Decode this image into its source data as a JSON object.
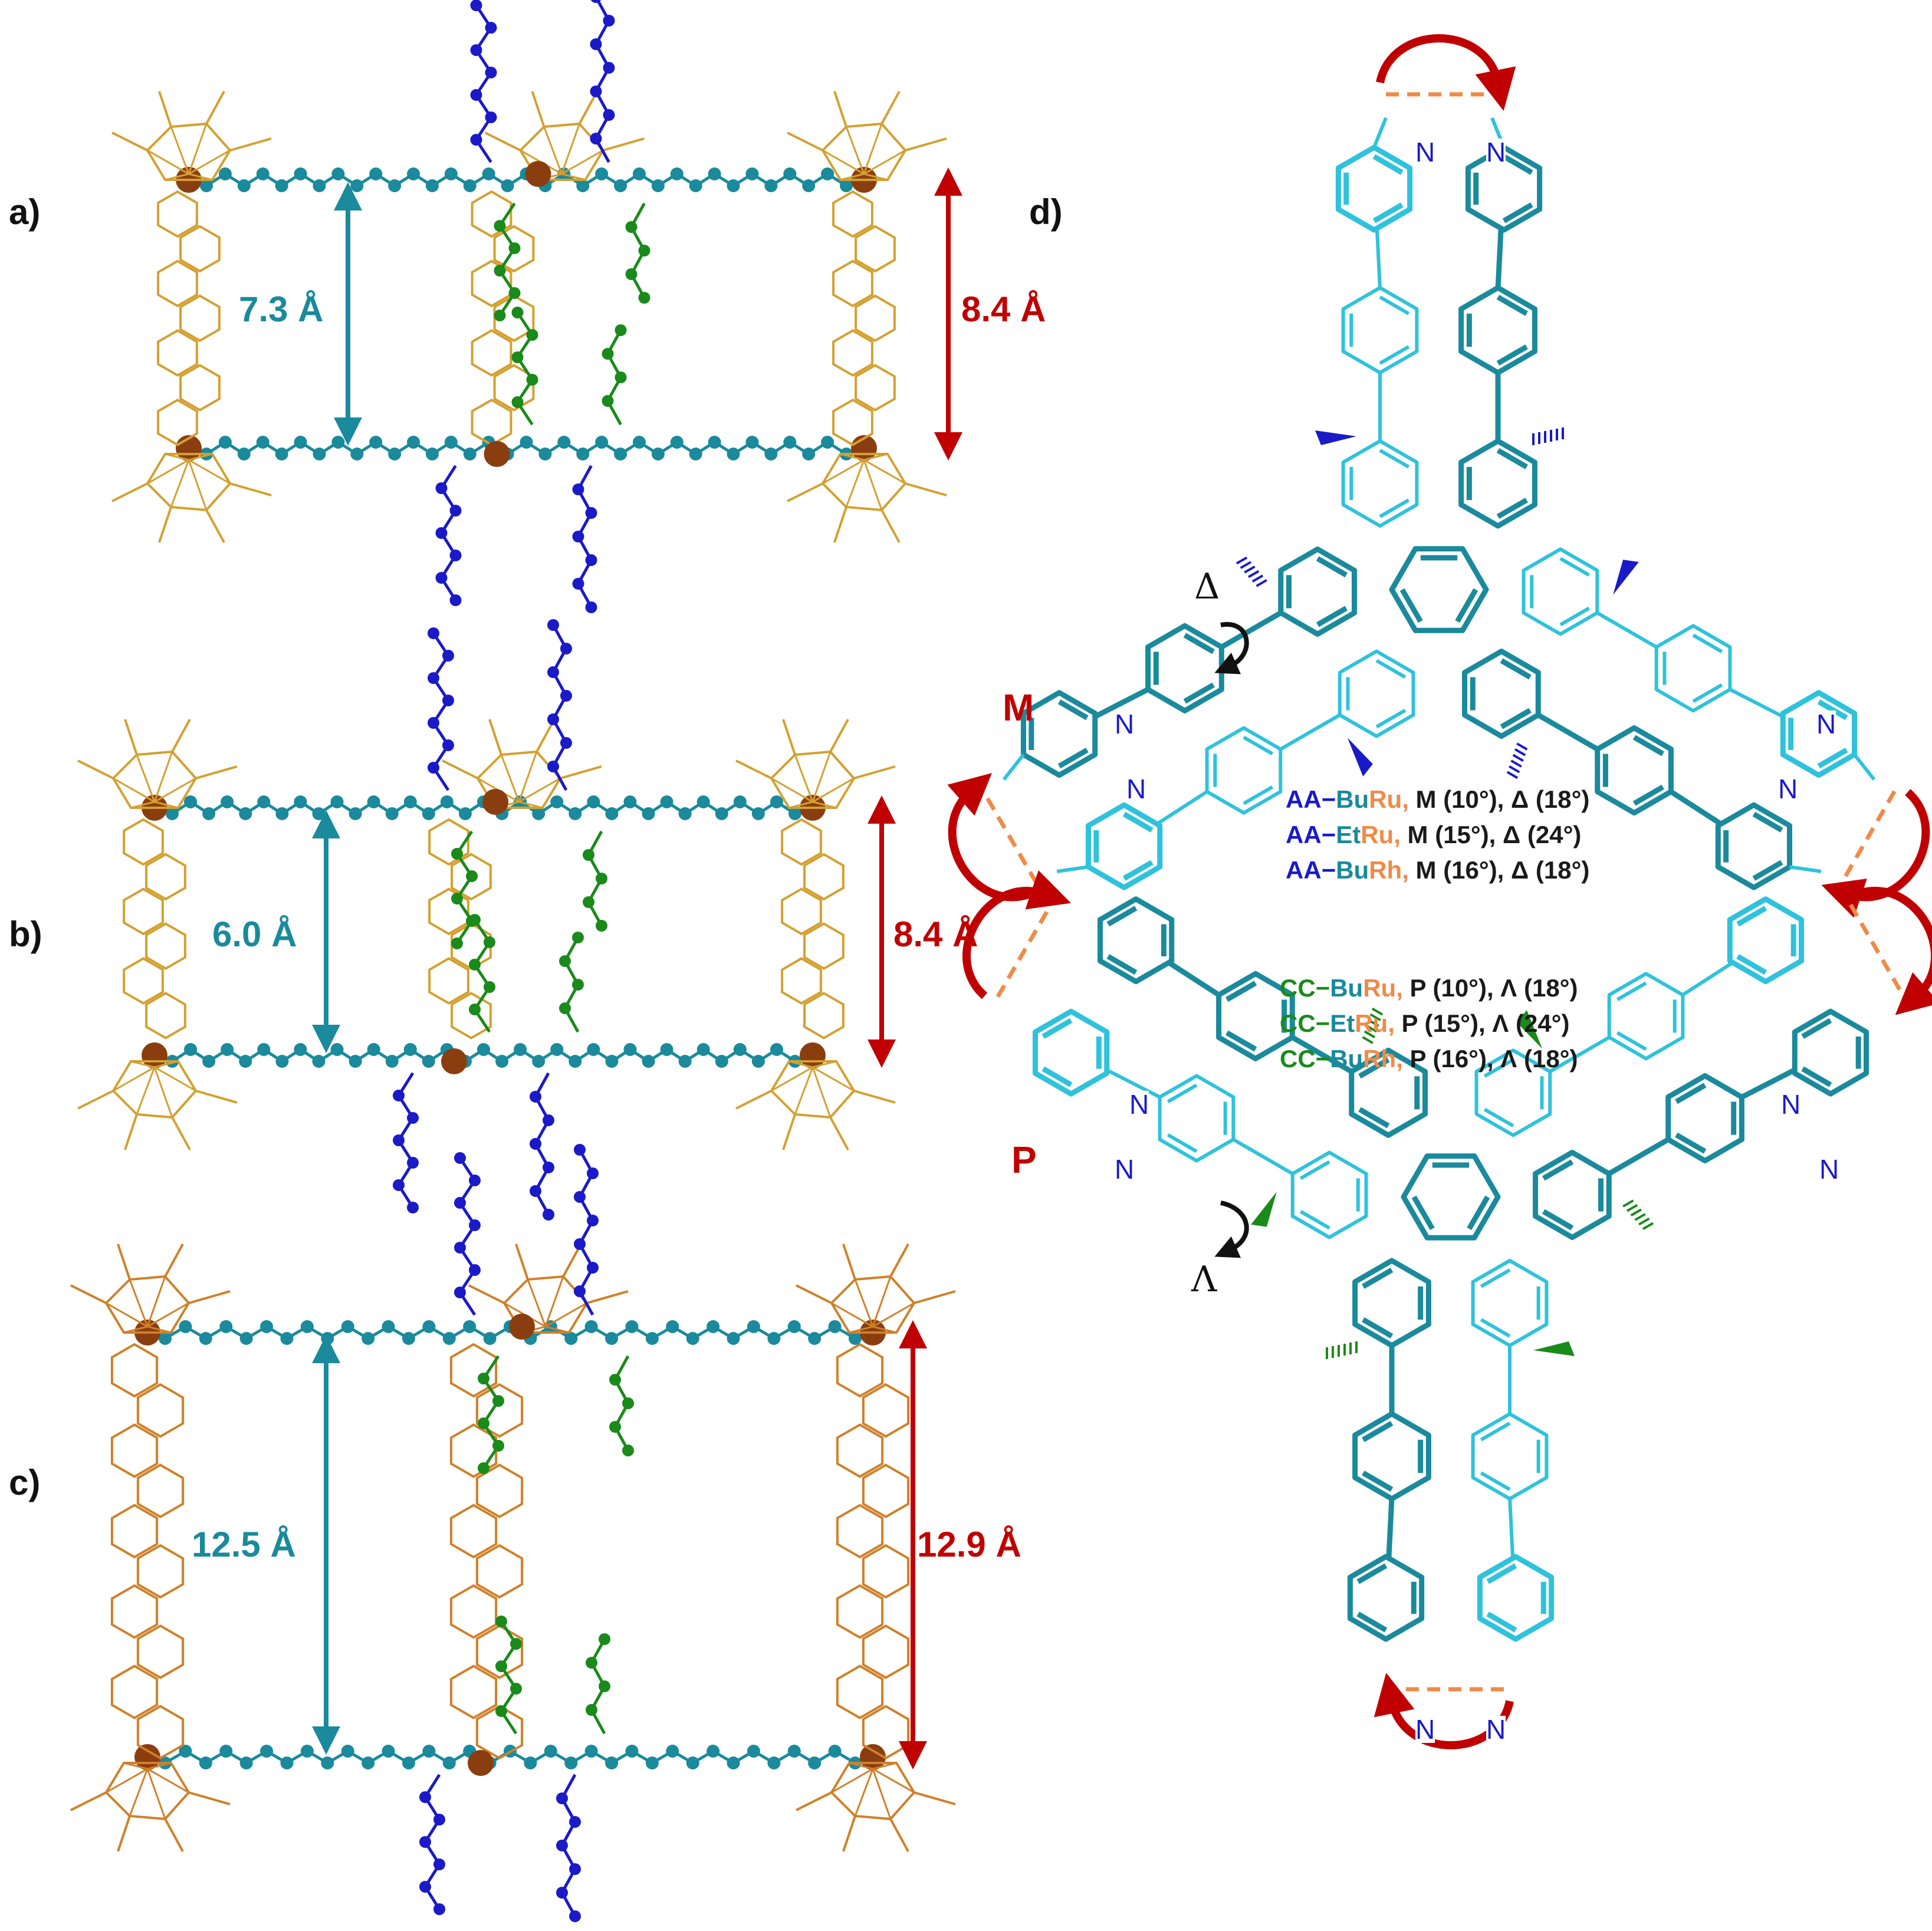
{
  "colors": {
    "teal": "#1a8a9c",
    "teal_light": "#2fc2dc",
    "red": "#c00000",
    "orange": "#f08a48",
    "blue": "#1a1ac8",
    "green": "#1a8a1a",
    "gold": "#d4a030",
    "copper": "#d08028",
    "metal": "#8a3e10"
  },
  "icons": [
    "double-arrow-icon",
    "rotation-arrow-icon",
    "molecule-structure"
  ],
  "panels": {
    "a": {
      "label": "a)",
      "inner_distance": "7.3 Å",
      "outer_distance": "8.4 Å"
    },
    "b": {
      "label": "b)",
      "inner_distance": "6.0 Å",
      "outer_distance": "8.4 Å"
    },
    "c": {
      "label": "c)",
      "inner_distance": "12.5 Å",
      "outer_distance": "12.9 Å"
    },
    "d": {
      "label": "d)",
      "upper": {
        "helix": "M",
        "chirality": "Δ",
        "legend": [
          {
            "code": "AA",
            "sep": "−",
            "chain": "Bu",
            "metal": "Ru",
            "comma": ",",
            "rest": " M (10°), Δ (18°)"
          },
          {
            "code": "AA",
            "sep": "−",
            "chain": "Et",
            "metal": "Ru",
            "comma": ",",
            "rest": " M (15°), Δ (24°)"
          },
          {
            "code": "AA",
            "sep": "−",
            "chain": "Bu",
            "metal": "Rh",
            "comma": ",",
            "rest": " M (16°), Δ (18°)"
          }
        ]
      },
      "lower": {
        "helix": "P",
        "chirality": "Λ",
        "legend": [
          {
            "code": "CC",
            "sep": "−",
            "chain": "Bu",
            "metal": "Ru",
            "comma": ",",
            "rest": " P (10°), Λ (18°)"
          },
          {
            "code": "CC",
            "sep": "−",
            "chain": "Et",
            "metal": "Ru",
            "comma": ",",
            "rest": " P (15°), Λ (24°)"
          },
          {
            "code": "CC",
            "sep": "−",
            "chain": "Bu",
            "metal": "Rh",
            "comma": ",",
            "rest": " P (16°), Λ (18°)"
          }
        ]
      },
      "atom_label": "N"
    }
  }
}
